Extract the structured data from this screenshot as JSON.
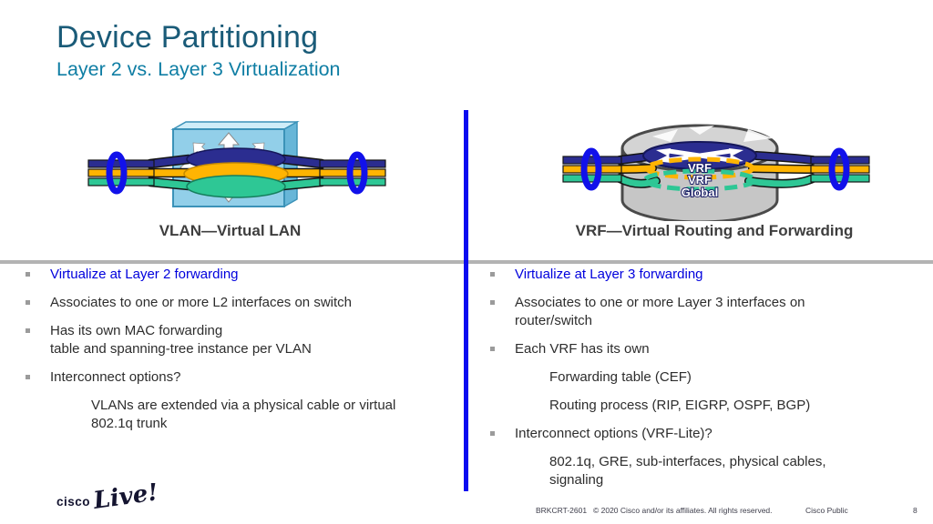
{
  "slide": {
    "title": "Device Partitioning",
    "subtitle": "Layer 2 vs. Layer 3 Virtualization"
  },
  "left": {
    "caption": "VLAN—Virtual LAN",
    "bullets": [
      {
        "text": "Virtualize at Layer 2 forwarding",
        "level": 1,
        "style": "highlight"
      },
      {
        "text": "Associates to one or more L2 interfaces on switch",
        "level": 1
      },
      {
        "text": "Has its own MAC forwarding\ntable and spanning-tree instance per VLAN",
        "level": 1
      },
      {
        "text": "Interconnect options?",
        "level": 1
      },
      {
        "text": "VLANs are extended via a physical cable or virtual\n802.1q trunk",
        "level": 2
      }
    ]
  },
  "right": {
    "caption": "VRF—Virtual Routing and Forwarding",
    "stack_labels": {
      "top": "VRF",
      "middle": "VRF",
      "bottom": "Global"
    },
    "bullets": [
      {
        "text": "Virtualize at Layer 3 forwarding",
        "level": 1,
        "style": "highlight"
      },
      {
        "text": "Associates to one or more Layer 3 interfaces on\nrouter/switch",
        "level": 1
      },
      {
        "text": "Each VRF has its own",
        "level": 1
      },
      {
        "text": "Forwarding table (CEF)",
        "level": 2
      },
      {
        "text": "Routing process (RIP, EIGRP, OSPF, BGP)",
        "level": 2
      },
      {
        "text": "Interconnect options (VRF-Lite)?",
        "level": 1
      },
      {
        "text": "802.1q, GRE, sub-interfaces, physical cables,\nsignaling",
        "level": 2
      }
    ]
  },
  "footer": {
    "logo_text": "cisco",
    "logo_script": "Live!",
    "session_id": "BRKCRT-2601",
    "copyright": "© 2020 Cisco and/or its affiliates. All rights reserved.",
    "classification": "Cisco Public",
    "page_number": "8"
  },
  "colors": {
    "title": "#1a5b78",
    "subtitle": "#0f7ea4",
    "highlight_blue": "#0000dd",
    "divider_blue": "#0a0af0",
    "rule_gray": "#b3b3b3",
    "vlan_navy": "#2b2d90",
    "vlan_gold": "#ffb402",
    "vlan_green": "#2ec795",
    "ring_blue": "#1111ea",
    "switch_box_blue": "#92cfe9",
    "router_gray": "#c6c6c6"
  }
}
